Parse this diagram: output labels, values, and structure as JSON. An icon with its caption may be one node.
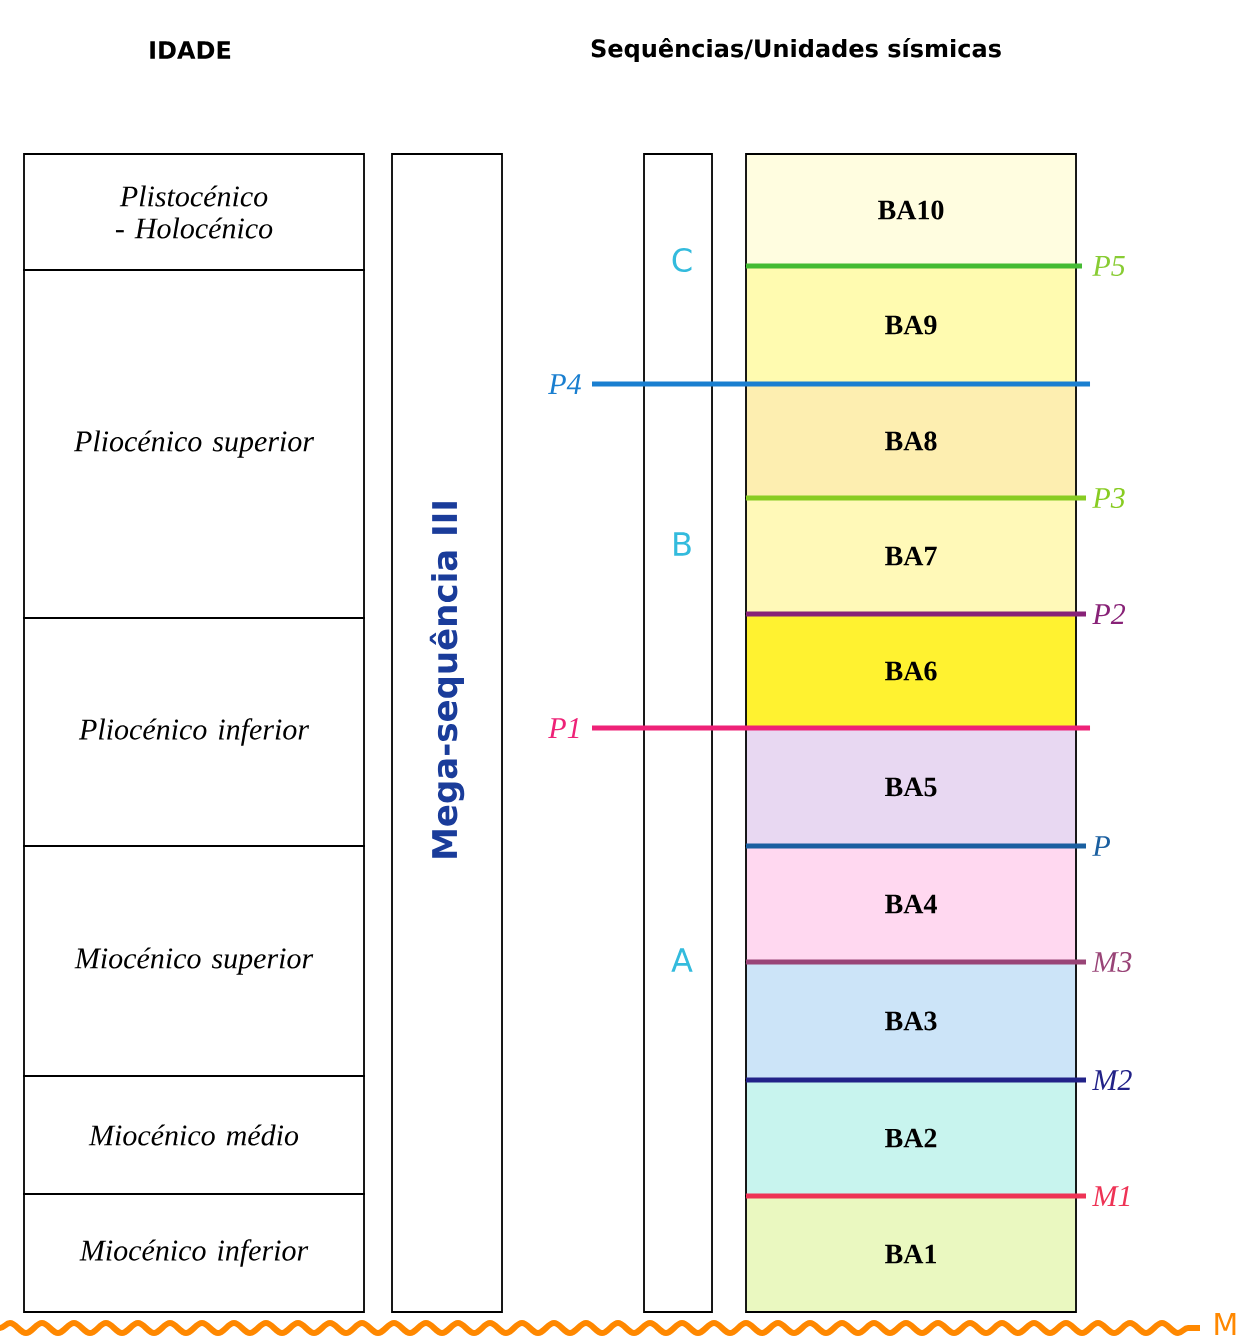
{
  "diagram": {
    "nodes": [
      {
        "text": [
          "Plistocénico - Holocénico"
        ]
      },
      {
        "text": [
          "Pliocénico superior"
        ]
      },
      {
        "text": [
          "Pliocénico inferior"
        ]
      },
      {
        "text": [
          "Miocénico superior"
        ]
      },
      {
        "text": [
          "Miocénico médio"
        ]
      },
      {
        "text": [
          "Miocénico inferior"
        ]
      },
      {
        "text": [
          "Mega-sequência III"
        ]
      },
      {
        "text": [
          "C",
          "B",
          "A"
        ]
      },
      {
        "text": [
          "BA10"
        ]
      },
      {
        "text": [
          "BA9"
        ]
      },
      {
        "text": [
          "BA8"
        ]
      },
      {
        "text": [
          "BA7"
        ]
      },
      {
        "text": [
          "BA6"
        ]
      },
      {
        "text": [
          "BA5"
        ]
      },
      {
        "text": [
          "BA4"
        ]
      },
      {
        "text": [
          "BA3"
        ]
      },
      {
        "text": [
          "BA2"
        ]
      },
      {
        "text": [
          "BA1"
        ]
      }
    ],
    "labels": [
      "IDADE",
      "Sequências/Unidades sísmicas",
      "P5",
      "P4",
      "P3",
      "P2",
      "P1",
      "P",
      "M3",
      "M2",
      "M1",
      "M"
    ]
  }
}
